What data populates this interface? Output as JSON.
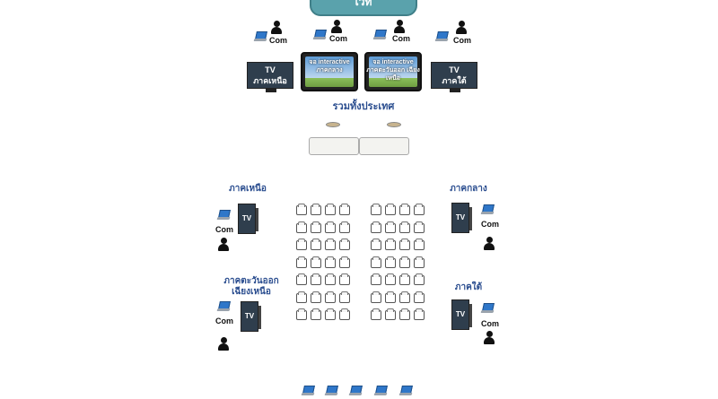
{
  "stage": {
    "label": "เวที"
  },
  "labels": {
    "com": "Com",
    "tv": "TV"
  },
  "top_tvs": {
    "north": "ภาคเหนือ",
    "south": "ภาคใต้"
  },
  "screens": {
    "central": "จอ interactive ภาคกลาง",
    "northeast": "จอ interactive ภาคตะวันออก เฉียงเหนือ"
  },
  "nationwide": "รวมทั้งประเทศ",
  "regions": {
    "north": "ภาคเหนือ",
    "central": "ภาคกลาง",
    "northeast": "ภาคตะวันออก เฉียงเหนือ",
    "south": "ภาคใต้"
  },
  "colors": {
    "stage": "#5aa2ac",
    "region_text": "#2a4d8f",
    "tv": "#2f3e4d",
    "laptop": "#2f77c9"
  }
}
